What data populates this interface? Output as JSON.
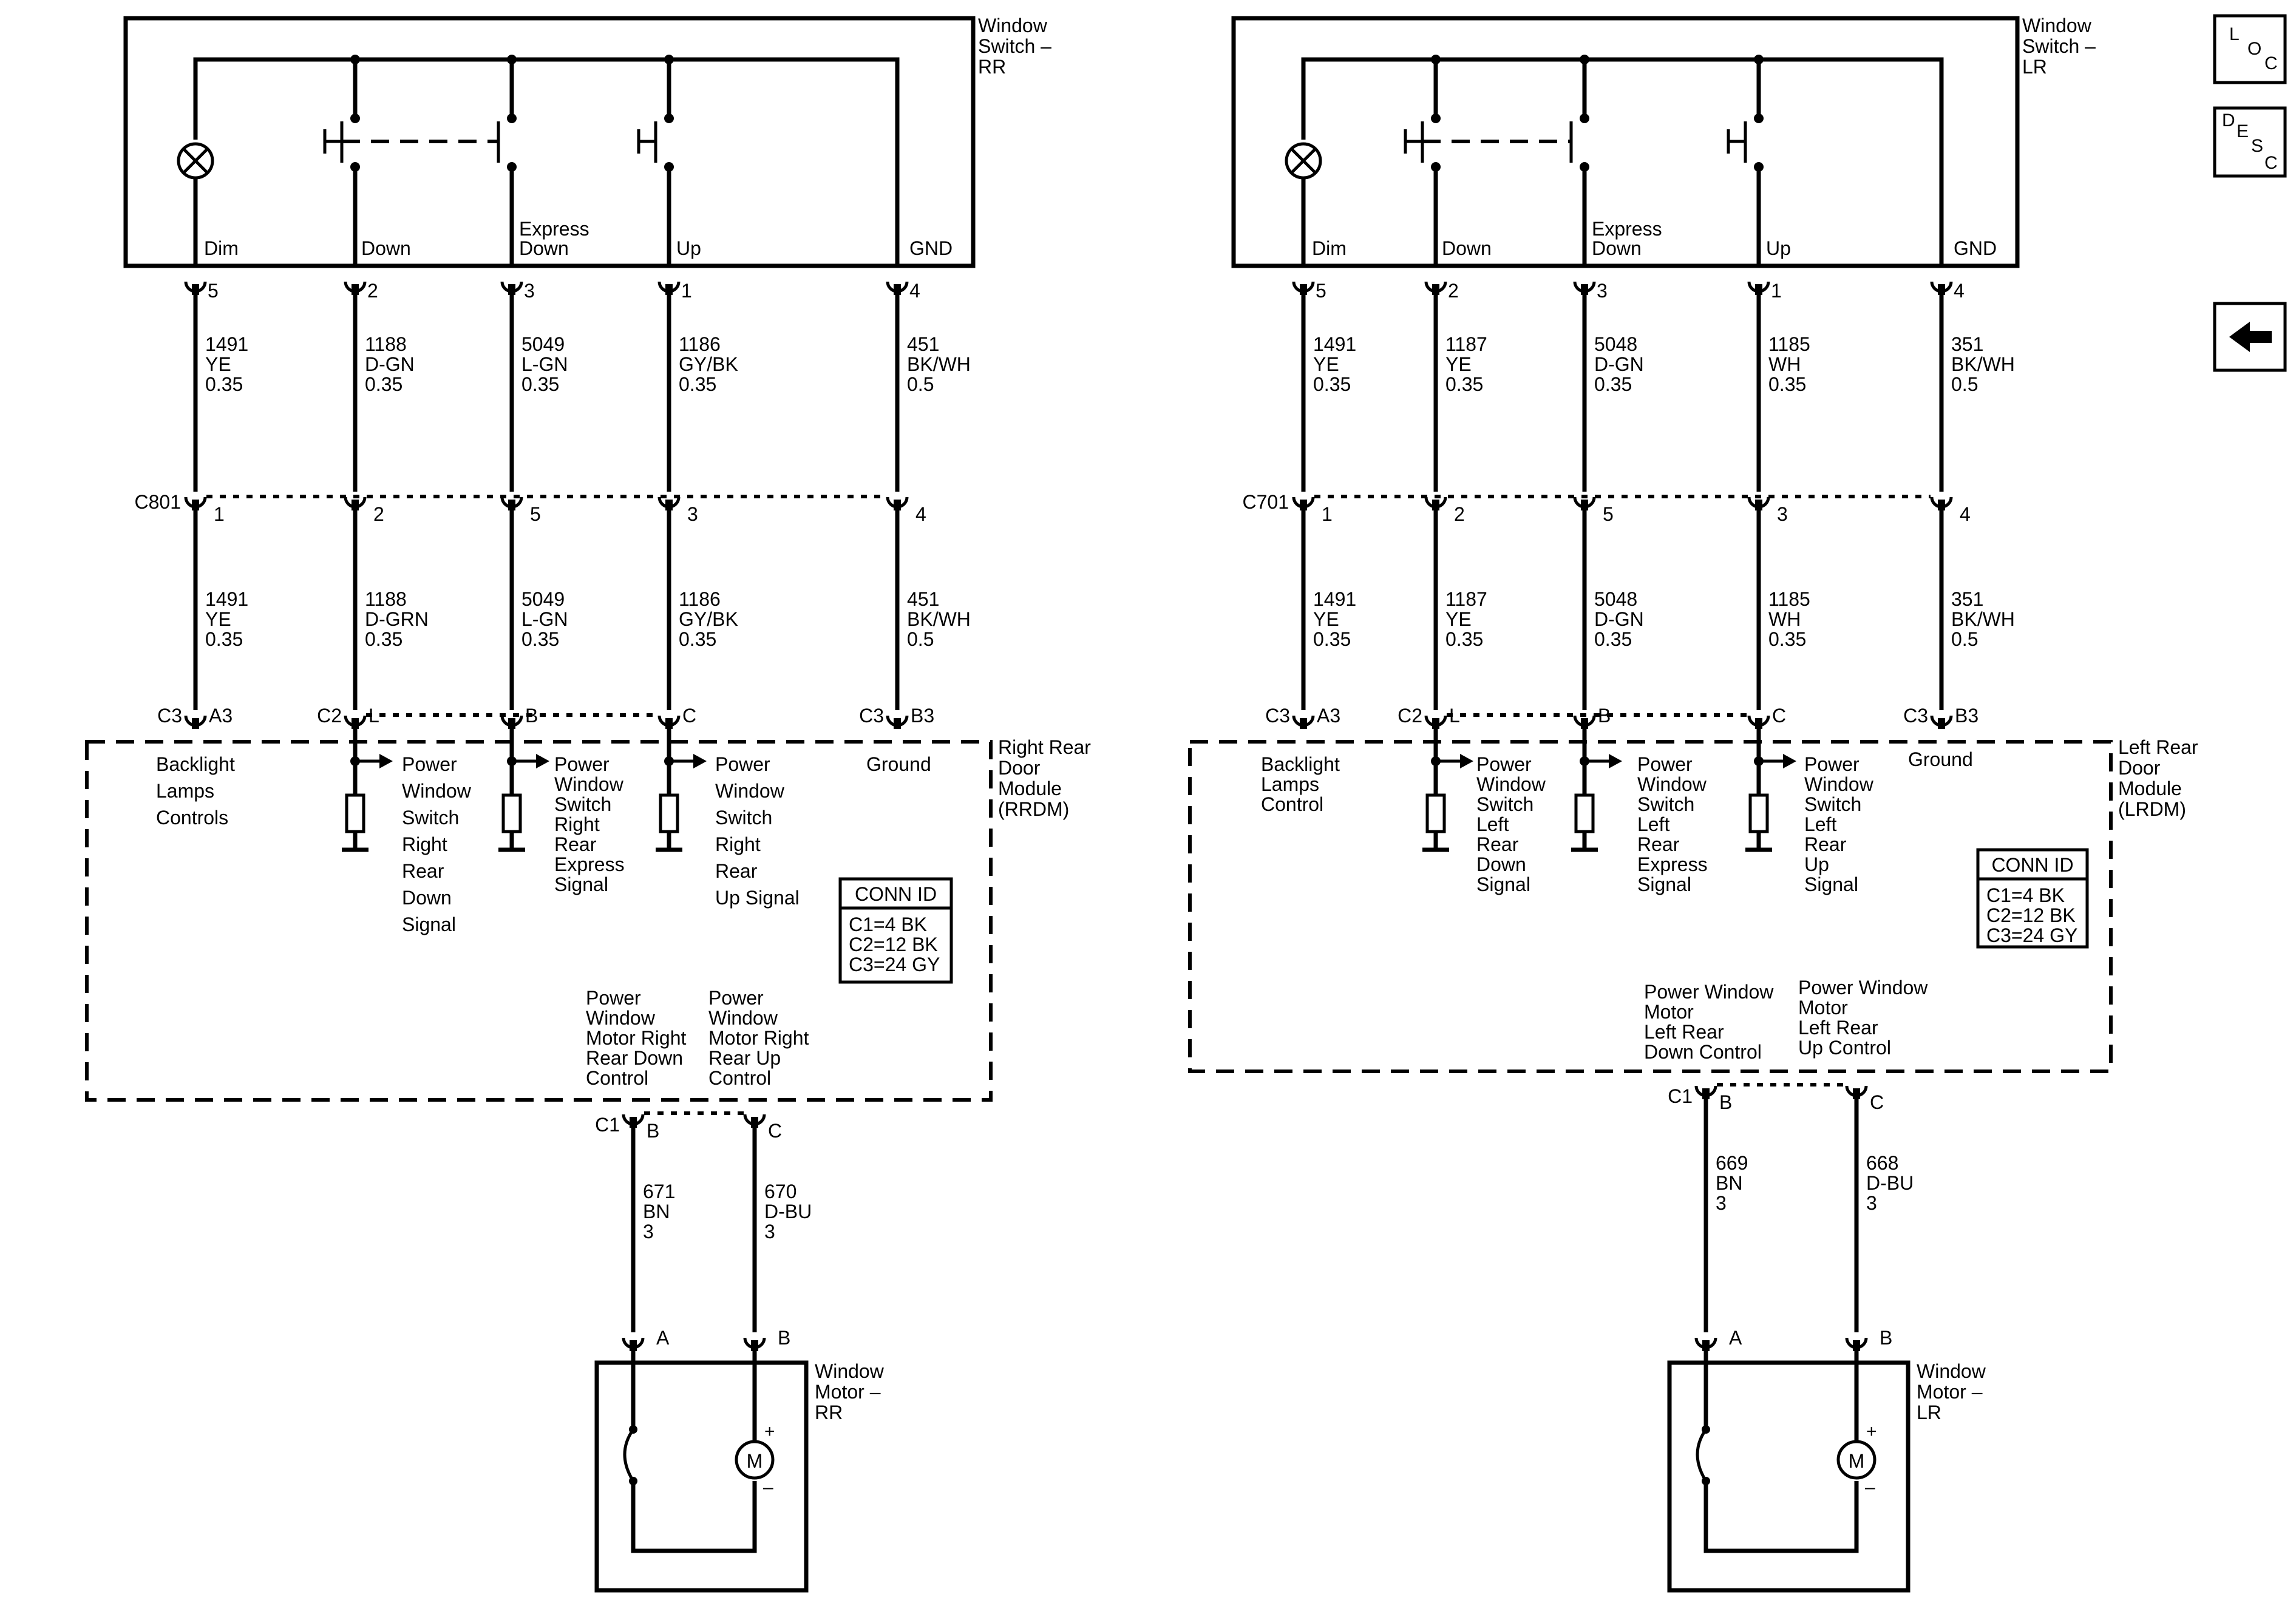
{
  "nav": {
    "loc": [
      "L",
      "O",
      "C"
    ],
    "desc": [
      "D",
      "E",
      "S",
      "C"
    ]
  },
  "panels": [
    {
      "switch_title": [
        "Window",
        "Switch –",
        "RR"
      ],
      "pins": [
        "Dim",
        "Down",
        "Express Down",
        "Up",
        "GND"
      ],
      "switch_pin_nums": [
        "5",
        "2",
        "3",
        "1",
        "4"
      ],
      "wires_top": [
        [
          "1491",
          "YE",
          "0.35"
        ],
        [
          "1188",
          "D-GN",
          "0.35"
        ],
        [
          "5049",
          "L-GN",
          "0.35"
        ],
        [
          "1186",
          "GY/BK",
          "0.35"
        ],
        [
          "451",
          "BK/WH",
          "0.5"
        ]
      ],
      "inline_connector": "C801",
      "inline_pin_nums": [
        "1",
        "2",
        "5",
        "3",
        "4"
      ],
      "wires_bottom": [
        [
          "1491",
          "YE",
          "0.35"
        ],
        [
          "1188",
          "D-GRN",
          "0.35"
        ],
        [
          "5049",
          "L-GN",
          "0.35"
        ],
        [
          "1186",
          "GY/BK",
          "0.35"
        ],
        [
          "451",
          "BK/WH",
          "0.5"
        ]
      ],
      "module_pins": [
        {
          "conn": "C3",
          "pin": "A3"
        },
        {
          "conn": "C2",
          "pin": "L"
        },
        {
          "conn": "",
          "pin": "B"
        },
        {
          "conn": "",
          "pin": "C"
        },
        {
          "conn": "C3",
          "pin": "B3"
        }
      ],
      "module_funcs": [
        [
          "Backlight",
          "Lamps",
          "Controls"
        ],
        [
          "Power",
          "Window",
          "Switch",
          "Right",
          "Rear",
          "Down",
          "Signal"
        ],
        [
          "Power",
          "Window",
          "Switch",
          "Right",
          "Rear",
          "Express",
          "Signal"
        ],
        [
          "Power",
          "Window",
          "Switch",
          "Right",
          "Rear",
          "Up Signal"
        ],
        [
          "Ground"
        ]
      ],
      "module_title": [
        "Right Rear",
        "Door",
        "Module",
        "(RRDM)"
      ],
      "conn_id": {
        "title": "CONN ID",
        "lines": [
          "C1=4 BK",
          "C2=12 BK",
          "C3=24 GY"
        ]
      },
      "motor_ctrls": [
        [
          "Power",
          "Window",
          "Motor Right",
          "Rear Down",
          "Control"
        ],
        [
          "Power",
          "Window",
          "Motor Right",
          "Rear Up",
          "Control"
        ]
      ],
      "motor_conn": [
        {
          "conn": "C1",
          "pin": "B"
        },
        {
          "conn": "",
          "pin": "C"
        }
      ],
      "motor_wires": [
        [
          "671",
          "BN",
          "3"
        ],
        [
          "670",
          "D-BU",
          "3"
        ]
      ],
      "motor_pins": [
        "A",
        "B"
      ],
      "motor_title": [
        "Window",
        "Motor –",
        "RR"
      ],
      "motor_symbol": "M",
      "plus": "+",
      "minus": "–"
    },
    {
      "switch_title": [
        "Window",
        "Switch –",
        "LR"
      ],
      "pins": [
        "Dim",
        "Down",
        "Express Down",
        "Up",
        "GND"
      ],
      "switch_pin_nums": [
        "5",
        "2",
        "3",
        "1",
        "4"
      ],
      "wires_top": [
        [
          "1491",
          "YE",
          "0.35"
        ],
        [
          "1187",
          "YE",
          "0.35"
        ],
        [
          "5048",
          "D-GN",
          "0.35"
        ],
        [
          "1185",
          "WH",
          "0.35"
        ],
        [
          "351",
          "BK/WH",
          "0.5"
        ]
      ],
      "inline_connector": "C701",
      "inline_pin_nums": [
        "1",
        "2",
        "5",
        "3",
        "4"
      ],
      "wires_bottom": [
        [
          "1491",
          "YE",
          "0.35"
        ],
        [
          "1187",
          "YE",
          "0.35"
        ],
        [
          "5048",
          "D-GN",
          "0.35"
        ],
        [
          "1185",
          "WH",
          "0.35"
        ],
        [
          "351",
          "BK/WH",
          "0.5"
        ]
      ],
      "module_pins": [
        {
          "conn": "C3",
          "pin": "A3"
        },
        {
          "conn": "C2",
          "pin": "L"
        },
        {
          "conn": "",
          "pin": "B"
        },
        {
          "conn": "",
          "pin": "C"
        },
        {
          "conn": "C3",
          "pin": "B3"
        }
      ],
      "module_funcs": [
        [
          "Backlight",
          "Lamps",
          "Control"
        ],
        [
          "Power",
          "Window",
          "Switch",
          "Left",
          "Rear",
          "Down",
          "Signal"
        ],
        [
          "Power",
          "Window",
          "Switch",
          "Left",
          "Rear",
          "Express",
          "Signal"
        ],
        [
          "Power",
          "Window",
          "Switch",
          "Left",
          "Rear",
          "Up",
          "Signal"
        ],
        [
          "Ground"
        ]
      ],
      "module_title": [
        "Left Rear",
        "Door",
        "Module",
        "(LRDM)"
      ],
      "conn_id": {
        "title": "CONN ID",
        "lines": [
          "C1=4 BK",
          "C2=12 BK",
          "C3=24 GY"
        ]
      },
      "motor_ctrls": [
        [
          "Power Window",
          "Motor",
          "Left Rear",
          "Down Control"
        ],
        [
          "Power Window",
          "Motor",
          "Left Rear",
          "Up Control"
        ]
      ],
      "motor_conn": [
        {
          "conn": "C1",
          "pin": "B"
        },
        {
          "conn": "",
          "pin": "C"
        }
      ],
      "motor_wires": [
        [
          "669",
          "BN",
          "3"
        ],
        [
          "668",
          "D-BU",
          "3"
        ]
      ],
      "motor_pins": [
        "A",
        "B"
      ],
      "motor_title": [
        "Window",
        "Motor –",
        "LR"
      ],
      "motor_symbol": "M",
      "plus": "+",
      "minus": "–"
    }
  ]
}
